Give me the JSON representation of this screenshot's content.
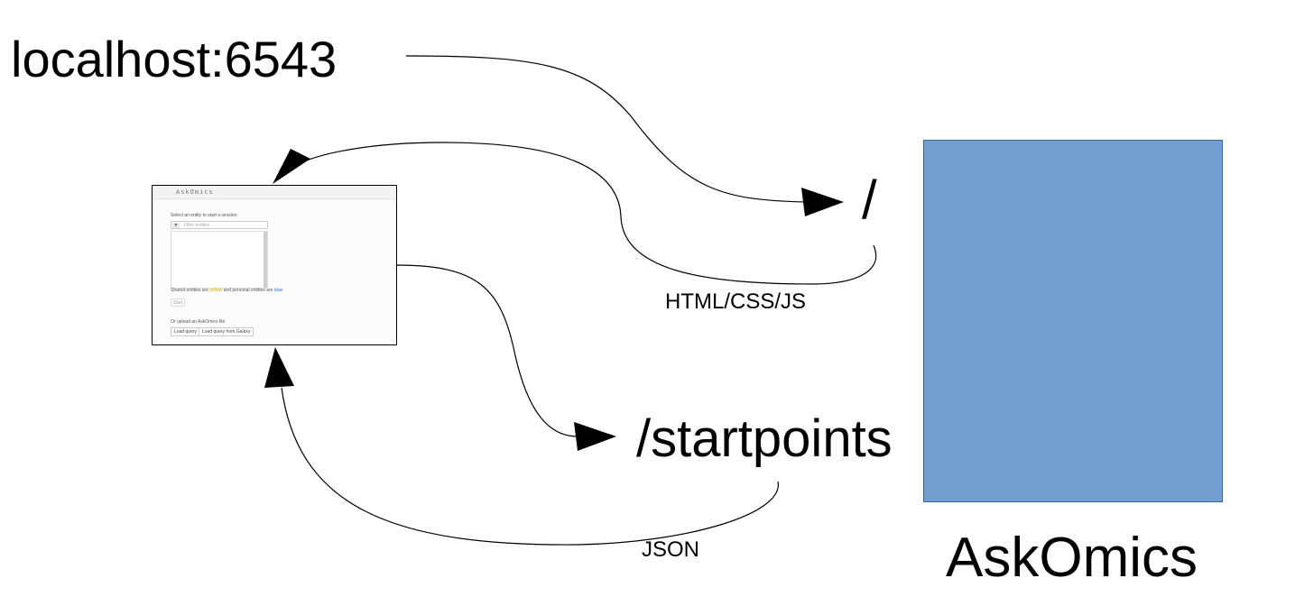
{
  "diagram": {
    "host": "localhost:6543",
    "route_root": "/",
    "route_startpoints": "/startpoints",
    "edge_html_label": "HTML/CSS/JS",
    "edge_json_label": "JSON",
    "server_name": "AskOmics",
    "server_color": "#729fcf",
    "server_border_color": "#3465a4"
  },
  "thumbnail": {
    "app_title": "AskOmics",
    "select_prompt": "Select an entity to start a session:",
    "filter_placeholder": "Filter entities",
    "filter_icon": "filter-icon",
    "legend_prefix": "Shared entities are ",
    "legend_yellow": "yellow",
    "legend_middle": " and personal entities are ",
    "legend_blue": "blue",
    "start_button": "Start",
    "upload_prompt": "Or upload an AskOmics file",
    "load_query_button": "Load query",
    "load_galaxy_button": "Load query from Galaxy"
  }
}
